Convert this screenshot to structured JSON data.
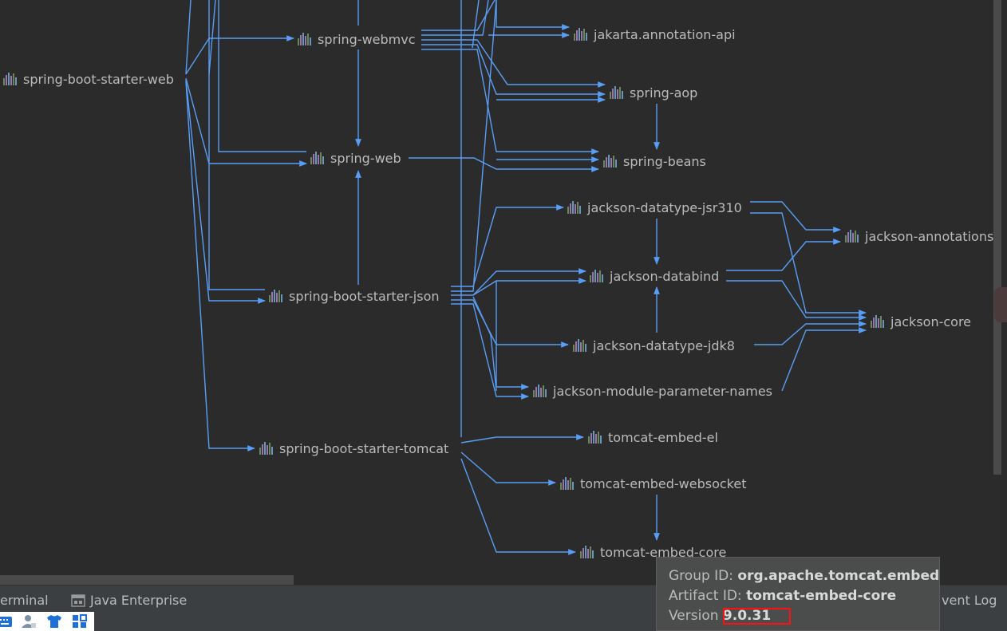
{
  "graph": {
    "nodes": [
      {
        "id": "sbsw",
        "label": "spring-boot-starter-web"
      },
      {
        "id": "webmvc",
        "label": "spring-webmvc"
      },
      {
        "id": "web",
        "label": "spring-web"
      },
      {
        "id": "sbsj",
        "label": "spring-boot-starter-json"
      },
      {
        "id": "sbst",
        "label": "spring-boot-starter-tomcat"
      },
      {
        "id": "jakarta",
        "label": "jakarta.annotation-api"
      },
      {
        "id": "aop",
        "label": "spring-aop"
      },
      {
        "id": "beans",
        "label": "spring-beans"
      },
      {
        "id": "jsr310",
        "label": "jackson-datatype-jsr310"
      },
      {
        "id": "databind",
        "label": "jackson-databind"
      },
      {
        "id": "jdk8",
        "label": "jackson-datatype-jdk8"
      },
      {
        "id": "pnames",
        "label": "jackson-module-parameter-names"
      },
      {
        "id": "ann",
        "label": "jackson-annotations"
      },
      {
        "id": "jcore",
        "label": "jackson-core"
      },
      {
        "id": "el",
        "label": "tomcat-embed-el"
      },
      {
        "id": "ws",
        "label": "tomcat-embed-websocket"
      },
      {
        "id": "tcore",
        "label": "tomcat-embed-core"
      }
    ]
  },
  "toolwindows": {
    "terminal": "erminal",
    "java_enterprise": "Java Enterprise",
    "event_log": "vent Log"
  },
  "tooltip": {
    "group_label": "Group ID:",
    "group_value": "org.apache.tomcat.embed",
    "artifact_label": "Artifact ID:",
    "artifact_value": "tomcat-embed-core",
    "version_label": "Version",
    "version_value": "9.0.31"
  },
  "icons": {
    "maven": "maven-library-icon",
    "java_enterprise": "java-enterprise-icon",
    "tray": [
      "keyboard-icon",
      "user-icon",
      "shirt-icon",
      "apps-grid-icon"
    ]
  },
  "colors": {
    "background": "#2b2b2b",
    "edge": "#589df6",
    "text": "#bbbbbb",
    "highlight": "#ff1010"
  }
}
